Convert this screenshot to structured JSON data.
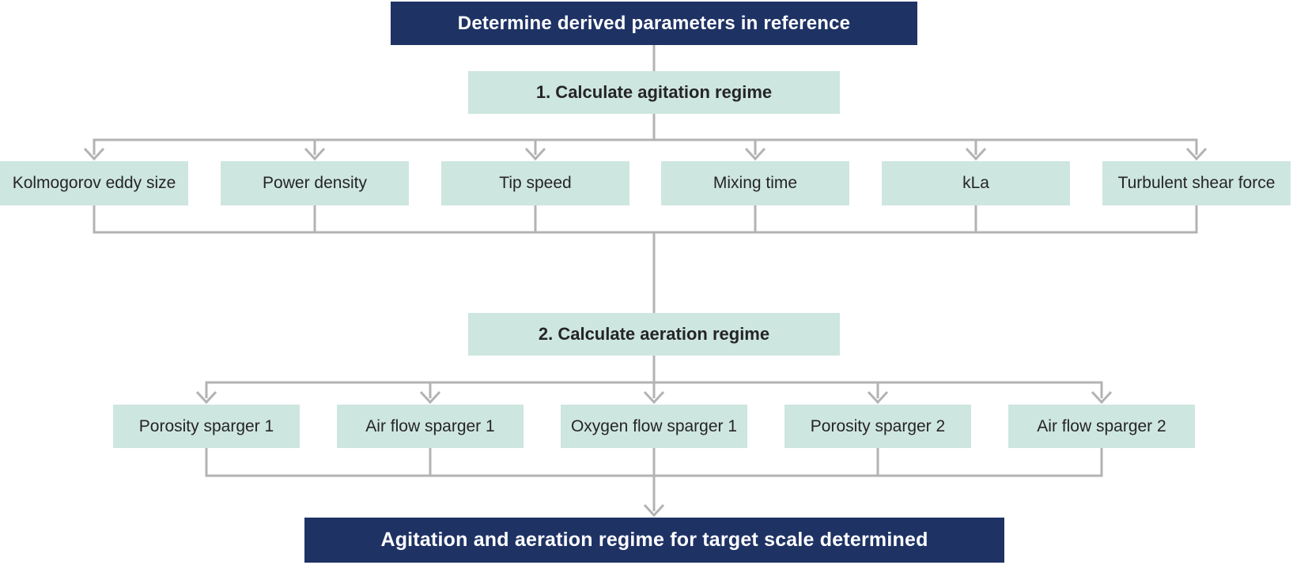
{
  "flowchart": {
    "title": "Determine derived parameters in reference",
    "step1": {
      "label": "1. Calculate agitation regime",
      "children": [
        "Kolmogorov eddy size",
        "Power density",
        "Tip speed",
        "Mixing time",
        "kLa",
        "Turbulent shear force"
      ]
    },
    "step2": {
      "label": "2. Calculate aeration regime",
      "children": [
        "Porosity sparger 1",
        "Air flow sparger 1",
        "Oxygen flow sparger 1",
        "Porosity sparger 2",
        "Air flow sparger 2"
      ]
    },
    "end": "Agitation and aeration regime for target scale determined",
    "colors": {
      "banner_fill": "#1e3264",
      "node_fill": "#cee6e0",
      "connector": "#b3b3b3",
      "text_dark": "#252525",
      "text_light": "#ffffff"
    }
  }
}
